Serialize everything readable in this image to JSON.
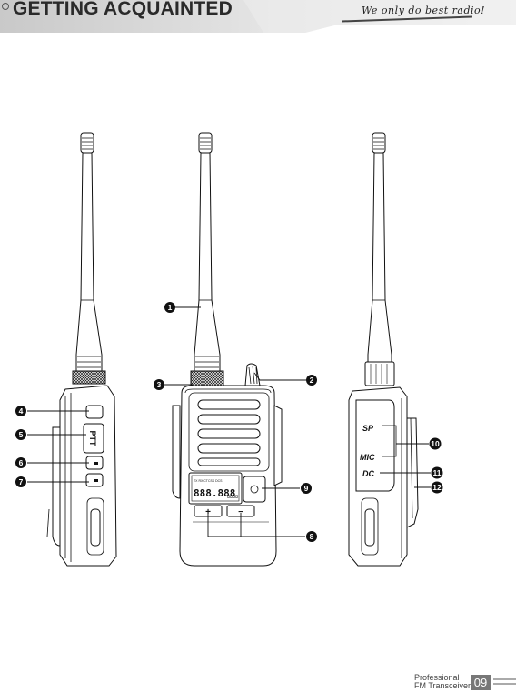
{
  "header": {
    "title": "GETTING ACQUAINTED",
    "tagline": "We only do best radio!"
  },
  "callouts": [
    "1",
    "2",
    "3",
    "4",
    "5",
    "6",
    "7",
    "8",
    "9",
    "10",
    "11",
    "12"
  ],
  "left_view": {
    "ptt_label": "PTT"
  },
  "front_view": {
    "lcd_top": "TX RX CTCSS DCS",
    "lcd_digits": "888.888",
    "lcd_small": "8888",
    "plus_label": "+",
    "minus_label": "−"
  },
  "right_view": {
    "sp_label": "SP",
    "mic_label": "MIC",
    "dc_label": "DC"
  },
  "footer": {
    "line1": "Professional",
    "line2": "FM Transceiver",
    "page_number": "09"
  }
}
